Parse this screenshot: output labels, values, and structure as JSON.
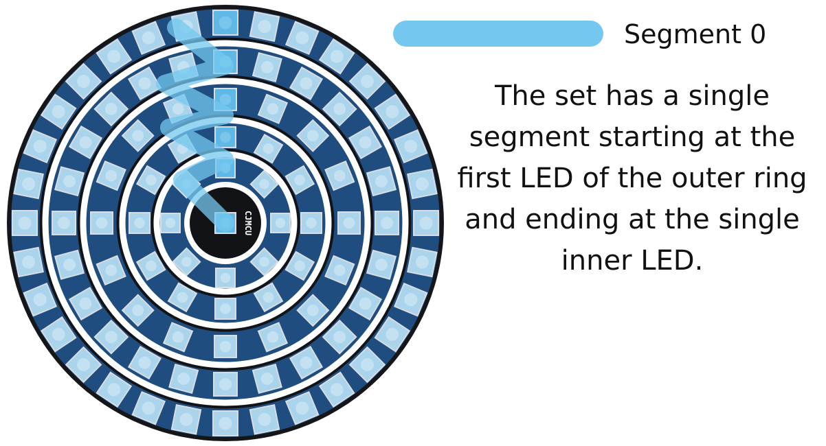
{
  "legend": {
    "label": "Segment 0",
    "color": "#74c8ef"
  },
  "caption": {
    "lines": [
      "The set has a single",
      "segment starting at the",
      "first LED of the outer ring",
      "and ending at the single",
      "inner LED."
    ]
  },
  "board": {
    "silkscreen_label": "CJMCU",
    "pcb_color": "#1f4d7f",
    "led_color": "#a9d4ec",
    "led_highlight_color": "#5fb8e6",
    "rings": [
      {
        "ring": "outer",
        "led_count": 32
      },
      {
        "ring": "second",
        "led_count": 24
      },
      {
        "ring": "third",
        "led_count": 16
      },
      {
        "ring": "fourth",
        "led_count": 12
      },
      {
        "ring": "fifth",
        "led_count": 8
      },
      {
        "ring": "center",
        "led_count": 1
      }
    ]
  }
}
